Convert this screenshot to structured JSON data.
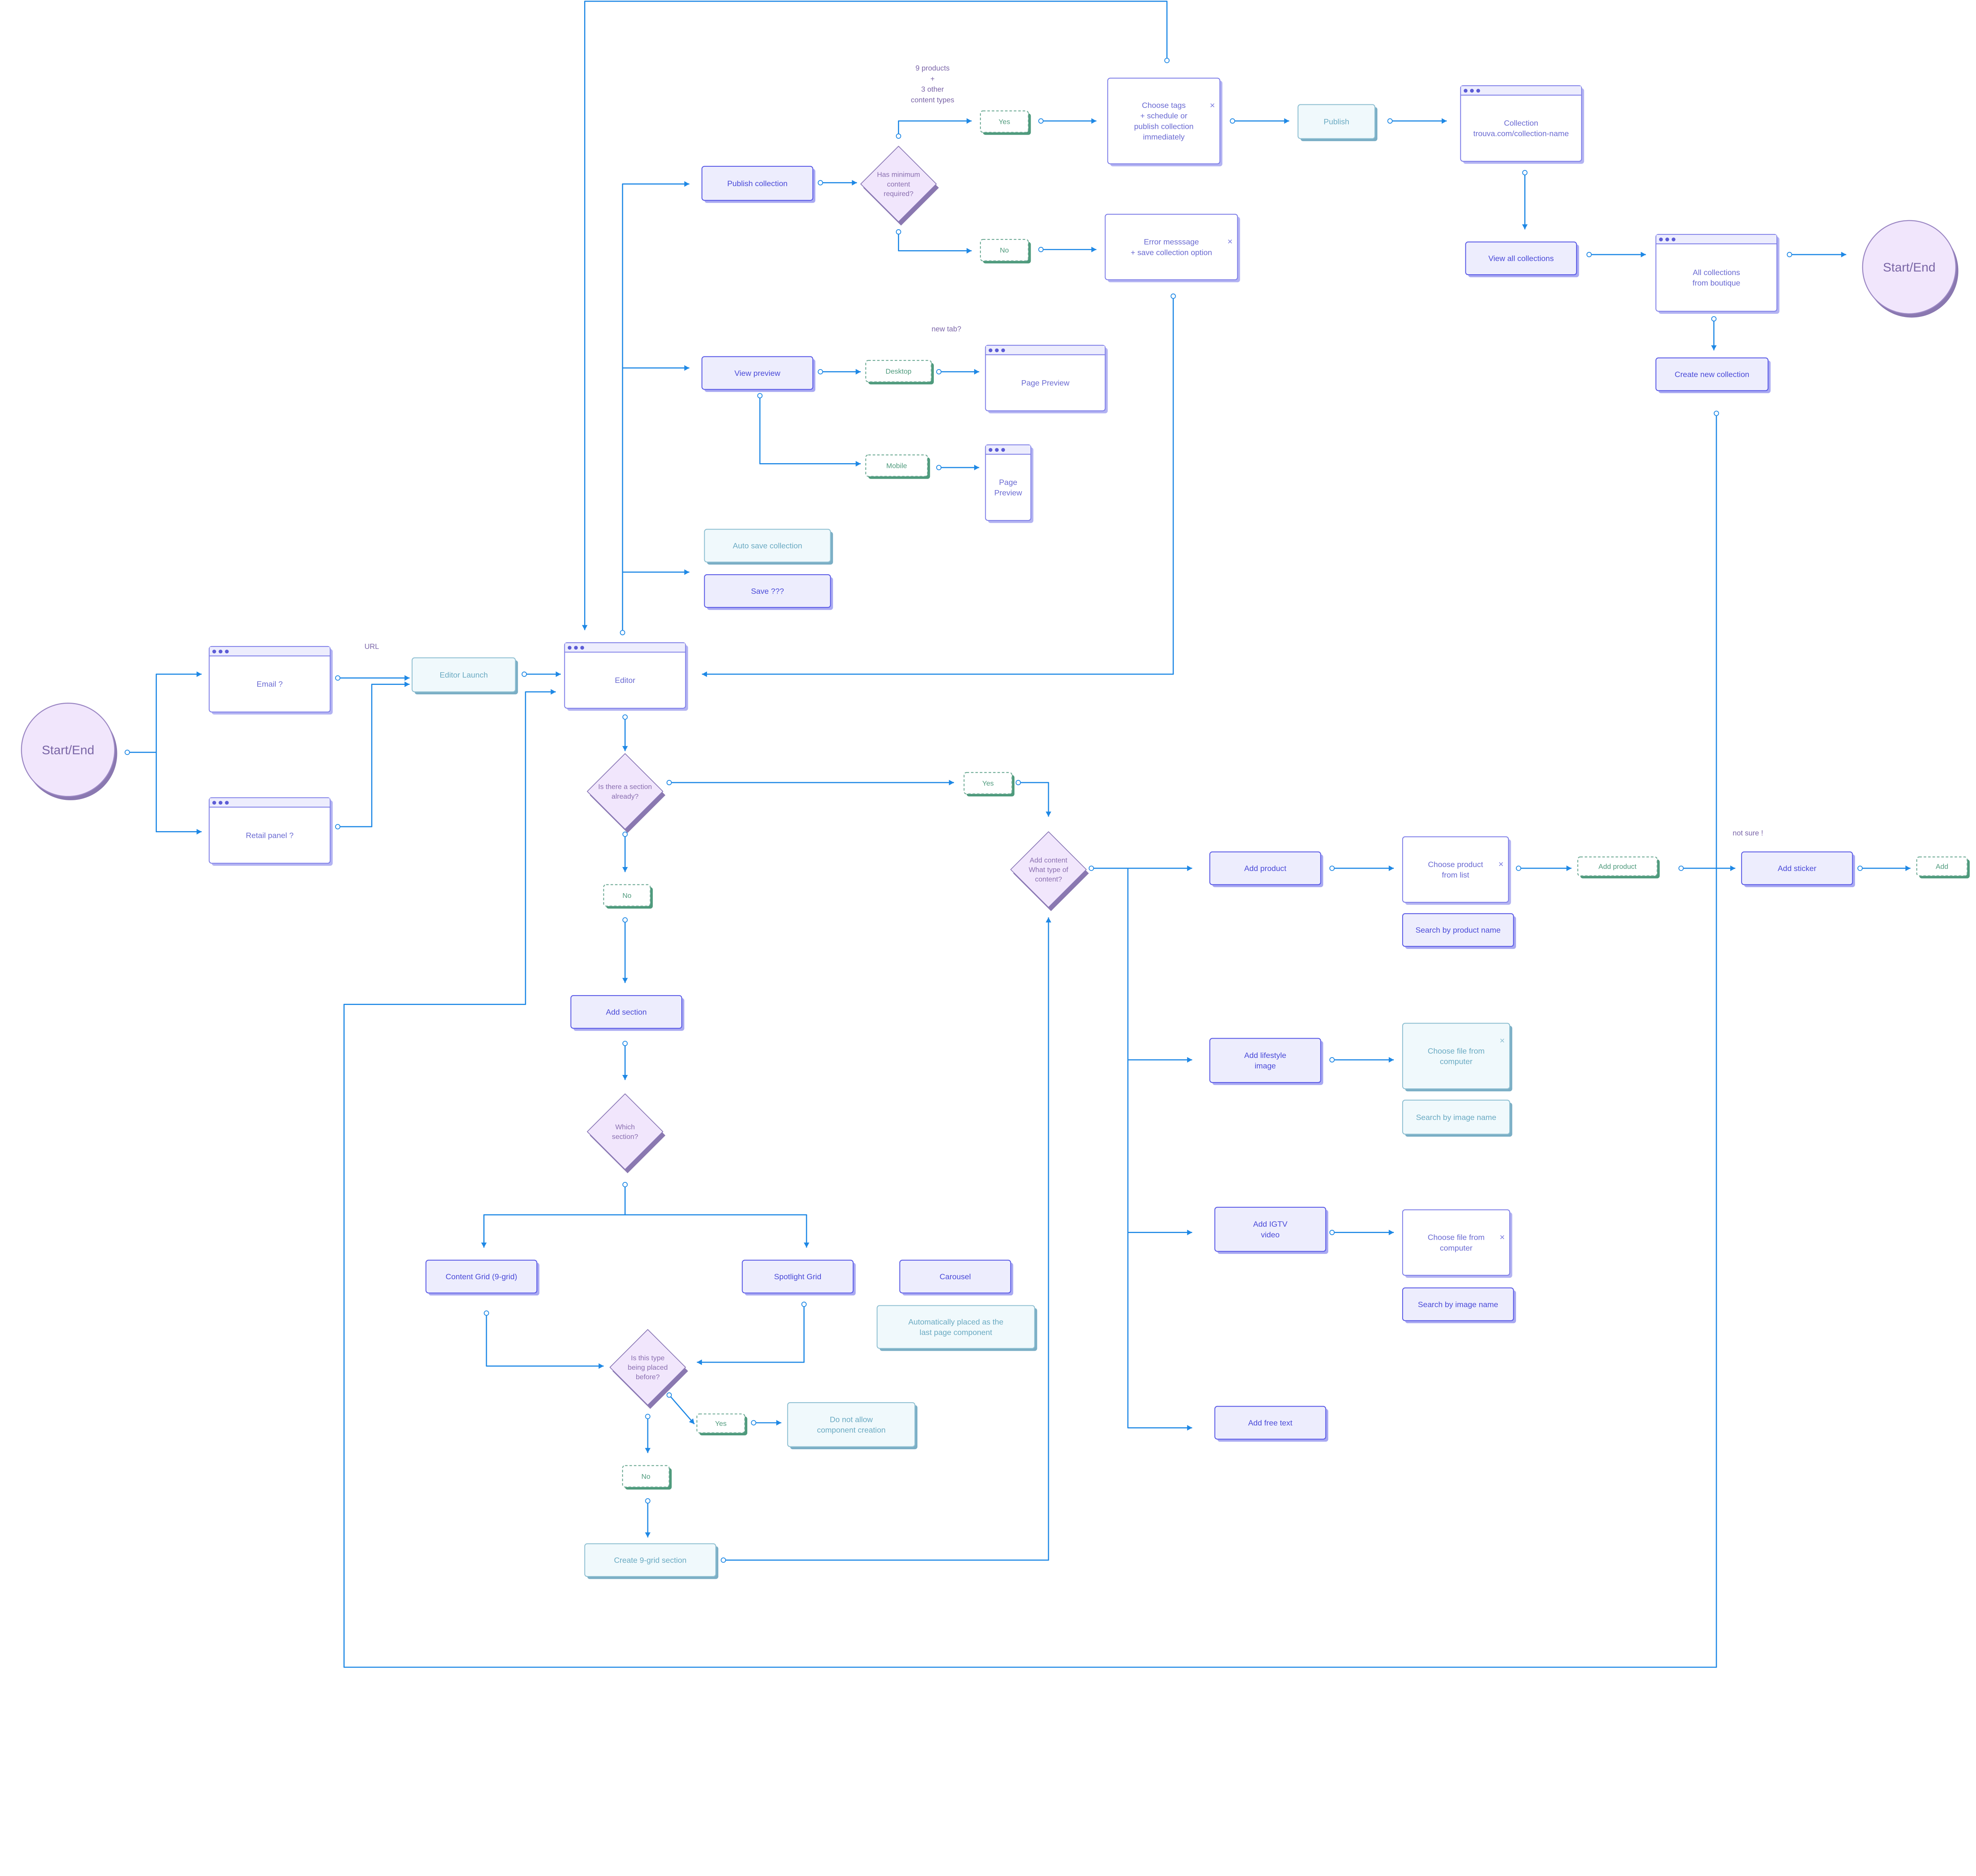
{
  "colors": {
    "connector": "#1e88e5",
    "primary_fill": "#ededfd",
    "primary_border": "#5a5ae6",
    "primary_text": "#4a4ad8",
    "secondary_fill": "#f0f9fc",
    "secondary_text": "#6aaac2",
    "dashed_text": "#4e9a7c",
    "decision_fill": "#f1e6fc",
    "decision_text": "#8a6fb0",
    "note_text": "#7b66a8"
  },
  "nodes": {
    "start_left": {
      "lines": [
        "Start/End"
      ]
    },
    "email": {
      "lines": [
        "Email ?"
      ]
    },
    "retail_panel": {
      "lines": [
        "Retail panel ?"
      ]
    },
    "editor_launch": {
      "lines": [
        "Editor Launch"
      ]
    },
    "editor": {
      "lines": [
        "Editor"
      ]
    },
    "publish_collection": {
      "lines": [
        "Publish collection"
      ]
    },
    "has_minimum_content": {
      "lines": [
        "Has minimum",
        "content",
        "required?"
      ]
    },
    "yes_minimum": {
      "lines": [
        "Yes"
      ]
    },
    "no_minimum": {
      "lines": [
        "No"
      ]
    },
    "choose_tags": {
      "lines": [
        "Choose tags",
        "+ schedule or",
        "publish collection",
        "immediately"
      ]
    },
    "error_message": {
      "lines": [
        "Error messsage",
        "+ save collection option"
      ]
    },
    "publish": {
      "lines": [
        "Publish"
      ]
    },
    "collection_page": {
      "lines": [
        "Collection",
        "trouva.com/collection-name"
      ]
    },
    "view_all_collections": {
      "lines": [
        "View all collections"
      ]
    },
    "all_collections": {
      "lines": [
        "All collections",
        "from boutique"
      ]
    },
    "start_right": {
      "lines": [
        "Start/End"
      ]
    },
    "create_new_collection": {
      "lines": [
        "Create new collection"
      ]
    },
    "view_preview": {
      "lines": [
        "View preview"
      ]
    },
    "desktop": {
      "lines": [
        "Desktop"
      ]
    },
    "mobile": {
      "lines": [
        "Mobile"
      ]
    },
    "page_preview_desktop": {
      "lines": [
        "Page Preview"
      ]
    },
    "page_preview_mobile": {
      "lines": [
        "Page",
        "Preview"
      ]
    },
    "auto_save": {
      "lines": [
        "Auto save collection"
      ]
    },
    "save": {
      "lines": [
        "Save  ???"
      ]
    },
    "section_already": {
      "lines": [
        "Is there a section",
        "already?"
      ]
    },
    "yes_section": {
      "lines": [
        "Yes"
      ]
    },
    "no_section": {
      "lines": [
        "No"
      ]
    },
    "add_section": {
      "lines": [
        "Add section"
      ]
    },
    "which_section": {
      "lines": [
        "Which",
        "section?"
      ]
    },
    "content_grid": {
      "lines": [
        "Content Grid (9-grid)"
      ]
    },
    "spotlight_grid": {
      "lines": [
        "Spotlight Grid"
      ]
    },
    "carousel": {
      "lines": [
        "Carousel"
      ]
    },
    "auto_placed": {
      "lines": [
        "Automatically placed as the",
        "last page component"
      ]
    },
    "placed_before": {
      "lines": [
        "Is this type",
        "being placed",
        "before?"
      ]
    },
    "yes_placed": {
      "lines": [
        "Yes"
      ]
    },
    "do_not_allow": {
      "lines": [
        "Do not allow",
        "component creation"
      ]
    },
    "no_placed": {
      "lines": [
        "No"
      ]
    },
    "create_9grid": {
      "lines": [
        "Create 9-grid section"
      ]
    },
    "content_type": {
      "lines": [
        "Add content",
        "What type of",
        "content?"
      ]
    },
    "add_product": {
      "lines": [
        "Add product"
      ]
    },
    "choose_product": {
      "lines": [
        "Choose product",
        "from list"
      ]
    },
    "search_product": {
      "lines": [
        "Search by product name"
      ]
    },
    "add_product_confirm": {
      "lines": [
        "Add product"
      ]
    },
    "add_sticker": {
      "lines": [
        "Add sticker"
      ]
    },
    "add_confirm": {
      "lines": [
        "Add"
      ]
    },
    "add_lifestyle": {
      "lines": [
        "Add lifestyle",
        "image"
      ]
    },
    "choose_file_lifestyle": {
      "lines": [
        "Choose file from",
        "computer"
      ]
    },
    "search_image_lifestyle": {
      "lines": [
        "Search by image name"
      ]
    },
    "add_igtv": {
      "lines": [
        "Add IGTV",
        "video"
      ]
    },
    "choose_file_igtv": {
      "lines": [
        "Choose file from",
        "computer"
      ]
    },
    "search_image_igtv": {
      "lines": [
        "Search by image name"
      ]
    },
    "add_free_text": {
      "lines": [
        "Add free text"
      ]
    }
  },
  "notes": {
    "url": {
      "lines": [
        "URL"
      ]
    },
    "minimum_content": {
      "lines": [
        "9 products",
        "+",
        "3 other",
        "content types"
      ]
    },
    "new_tab": {
      "lines": [
        "new tab?"
      ]
    },
    "not_sure": {
      "lines": [
        "not sure !"
      ]
    }
  }
}
